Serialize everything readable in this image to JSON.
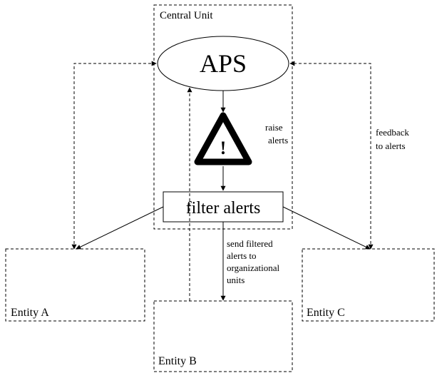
{
  "central_unit": {
    "label": "Central Unit",
    "aps_label": "APS",
    "warning_glyph": "!",
    "raise_alerts_lines": [
      "raise",
      "alerts"
    ],
    "filter_label": "filter alerts"
  },
  "annotations": {
    "feedback_lines": [
      "feedback",
      "to alerts"
    ],
    "send_filtered_lines": [
      "send filtered",
      "alerts to",
      "organizational",
      "units"
    ]
  },
  "entities": {
    "a": "Entity A",
    "b": "Entity B",
    "c": "Entity C"
  },
  "icons": {
    "warning": "warning-triangle-icon"
  }
}
